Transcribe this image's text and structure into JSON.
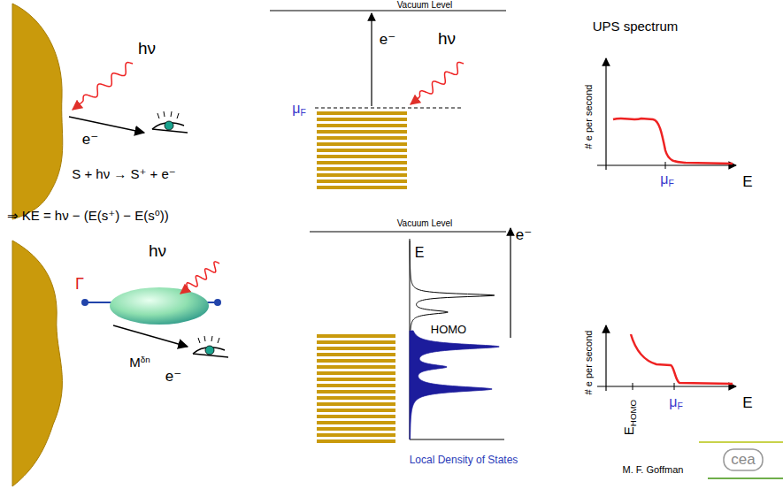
{
  "diagram": {
    "labels": [
      "hν",
      "e⁻",
      "S + hν → S⁺ + e⁻",
      "⇒ KE = hν − (E(s⁺) − E(s⁰))",
      "Vacuum Level",
      "e⁻",
      "hν",
      "μF",
      "UPS spectrum",
      "# e per second",
      "μF",
      "E",
      "hν",
      "Γ",
      "Mδn",
      "e⁻",
      "Vacuum Level",
      "E",
      "e⁻",
      "HOMO",
      "Local Density of States",
      "# e per second",
      "EHOMO",
      "μF",
      "E",
      "M. F. Goffman",
      "cea"
    ]
  }
}
